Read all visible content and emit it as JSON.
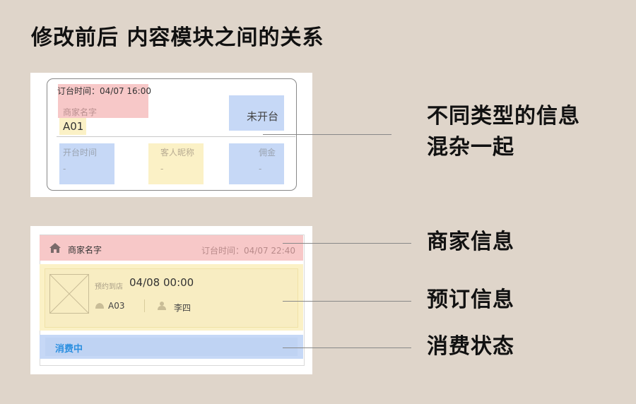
{
  "title": "修改前后 内容模块之间的关系",
  "before_card": {
    "order_time": "订台时间：04/07 16:00",
    "merchant_label": "商家名字",
    "table_no": "A01",
    "status": "未开台",
    "open_time_label": "开台时间",
    "open_time_value": "-",
    "guest_label": "客人昵称",
    "guest_value": "-",
    "commission_label": "佣金",
    "commission_value": "-"
  },
  "after_card": {
    "merchant_name": "商家名字",
    "order_time": "订台时间：04/07 22:40",
    "booking_label": "预约到店",
    "booking_time": "04/08 00:00",
    "table_no": "A03",
    "guest_name": "李四",
    "status": "消费中"
  },
  "annotations": {
    "before": "不同类型的信息\n混杂一起",
    "merchant_info": "商家信息",
    "booking_info": "预订信息",
    "consumption_status": "消费状态"
  },
  "icons": [
    "home-icon",
    "image-placeholder-icon",
    "bell-icon",
    "person-icon"
  ],
  "colors": {
    "background": "#dfd5ca",
    "red_block": "#f7c8c8",
    "yellow_block": "#fbf1c6",
    "blue_block": "#c6d8f6",
    "status_text": "#2b8fe0"
  }
}
